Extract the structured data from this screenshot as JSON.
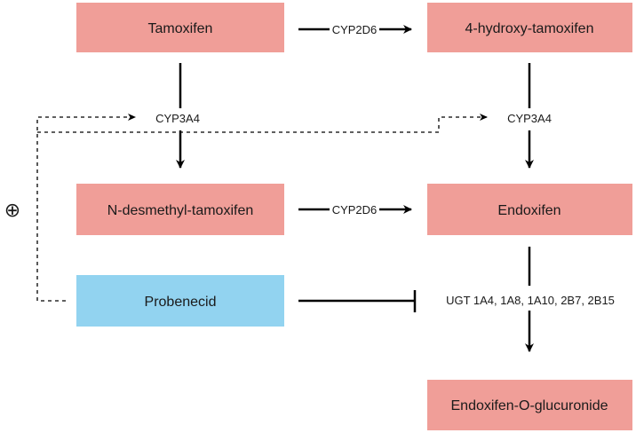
{
  "colors": {
    "metabolite_box": "#f09e98",
    "inhibitor_box": "#92d3f0",
    "arrow": "#000000"
  },
  "nodes": {
    "tamoxifen": "Tamoxifen",
    "hydroxy_tamoxifen": "4-hydroxy-tamoxifen",
    "n_desmethyl_tamoxifen": "N-desmethyl-tamoxifen",
    "endoxifen": "Endoxifen",
    "probenecid": "Probenecid",
    "endoxifen_glucuronide": "Endoxifen-O-glucuronide"
  },
  "enzymes": {
    "cyp2d6_top": "CYP2D6",
    "cyp2d6_middle": "CYP2D6",
    "cyp3a4_left": "CYP3A4",
    "cyp3a4_right": "CYP3A4",
    "ugt": "UGT 1A4, 1A8, 1A10, 2B7, 2B15"
  },
  "symbols": {
    "induction": "⊕"
  }
}
